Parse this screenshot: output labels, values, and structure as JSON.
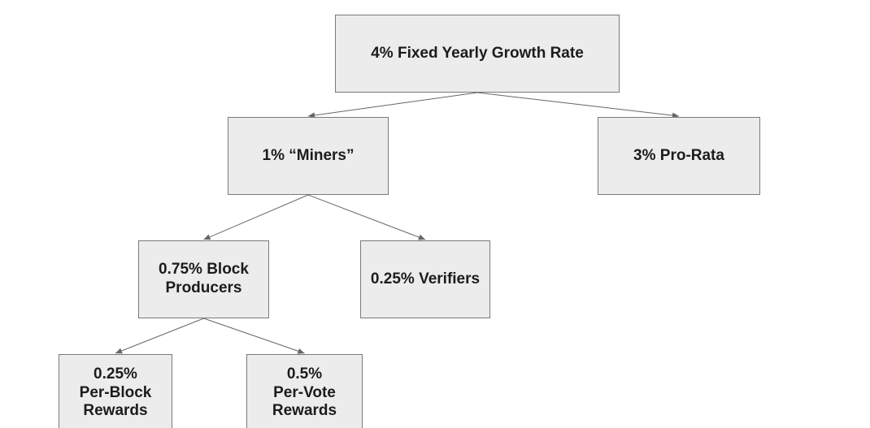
{
  "diagram": {
    "title": "Fixed yearly growth rate allocation tree",
    "colors": {
      "background": "#ffffff",
      "node_fill": "#ececec",
      "node_border": "#7a7a7a",
      "connector": "#666666",
      "text": "#1c1c1c"
    },
    "nodes": [
      {
        "id": "growth-rate",
        "label": "4% Fixed Yearly Growth Rate"
      },
      {
        "id": "miners",
        "label": "1% “Miners”"
      },
      {
        "id": "pro-rata",
        "label": "3% Pro-Rata"
      },
      {
        "id": "block-producers",
        "label": "0.75% Block\nProducers"
      },
      {
        "id": "verifiers",
        "label": "0.25% Verifiers"
      },
      {
        "id": "per-block-rewards",
        "label": "0.25%\nPer-Block\nRewards"
      },
      {
        "id": "per-vote-rewards",
        "label": "0.5%\nPer-Vote\nRewards"
      }
    ],
    "edges": [
      {
        "from": "growth-rate",
        "to": "miners"
      },
      {
        "from": "growth-rate",
        "to": "pro-rata"
      },
      {
        "from": "miners",
        "to": "block-producers"
      },
      {
        "from": "miners",
        "to": "verifiers"
      },
      {
        "from": "block-producers",
        "to": "per-block-rewards"
      },
      {
        "from": "block-producers",
        "to": "per-vote-rewards"
      }
    ]
  }
}
